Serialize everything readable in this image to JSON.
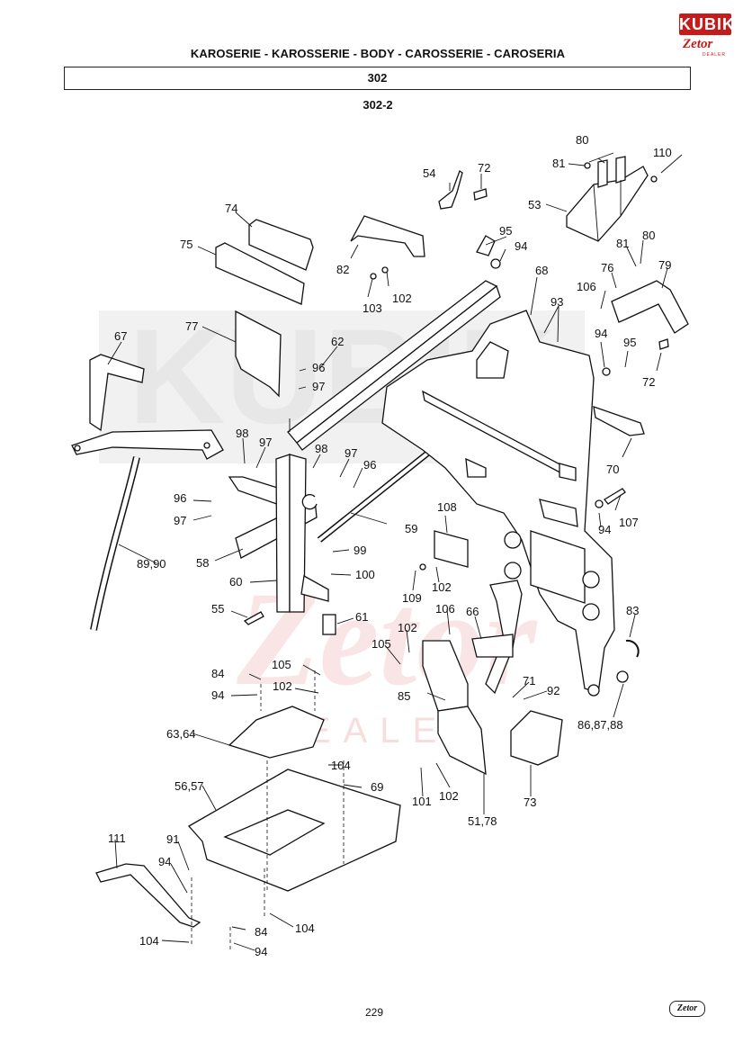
{
  "header": {
    "title": "KAROSERIE - KAROSSERIE - BODY - CAROSSERIE - CAROSERIA",
    "section": "302",
    "subsection": "302-2"
  },
  "logo": {
    "top_text": "KUBIK",
    "bottom_text": "Zetor",
    "tagline": "DEALER"
  },
  "watermark_colors": {
    "grey": "#d9d9d9",
    "red": "#f3c7c7"
  },
  "footer": {
    "page_number": "229",
    "brand": "Zetor"
  },
  "labels": [
    "80",
    "110",
    "81",
    "72",
    "54",
    "53",
    "95",
    "94",
    "74",
    "75",
    "82",
    "80",
    "81",
    "79",
    "76",
    "106",
    "103",
    "102",
    "68",
    "93",
    "77",
    "62",
    "94",
    "95",
    "67",
    "96",
    "97",
    "72",
    "98",
    "97",
    "98",
    "97",
    "96",
    "70",
    "96",
    "97",
    "59",
    "108",
    "94",
    "107",
    "58",
    "99",
    "89,90",
    "60",
    "100",
    "109",
    "102",
    "55",
    "61",
    "102",
    "106",
    "66",
    "83",
    "105",
    "84",
    "105",
    "102",
    "94",
    "71",
    "92",
    "85",
    "86,87,88",
    "63,64",
    "104",
    "69",
    "56,57",
    "101",
    "102",
    "51,78",
    "73",
    "111",
    "91",
    "94",
    "84",
    "104",
    "104",
    "94"
  ]
}
